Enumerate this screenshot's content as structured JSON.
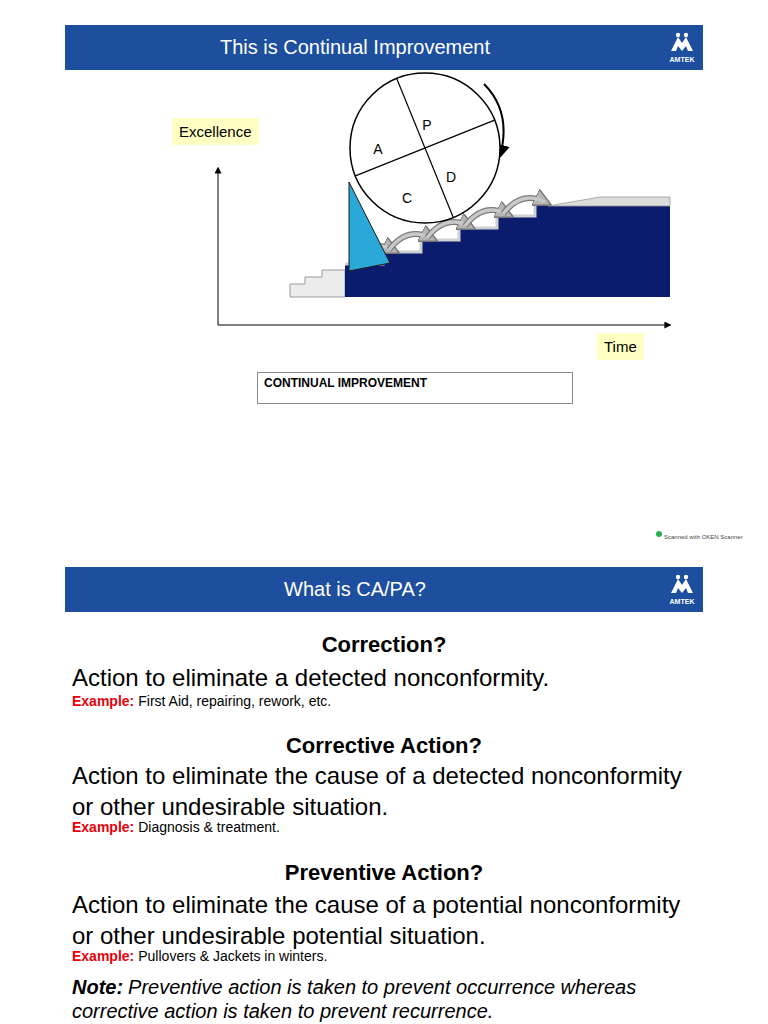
{
  "diagram": {
    "nodes": [
      {
        "text": [
          "This is Continual Improvement"
        ]
      },
      {
        "text": [
          "P",
          "A",
          "D",
          "C"
        ]
      },
      {
        "text": [
          "Excellence"
        ]
      },
      {
        "text": [
          "Time"
        ]
      },
      {
        "text": [
          "CONTINUAL IMPROVEMENT"
        ]
      },
      {
        "text": [
          "What is CA/PA?"
        ]
      }
    ],
    "labels": [
      "AMTEK",
      "Scanned with OKEN Scanner",
      "AMTEK",
      "Correction?",
      "Action to eliminate a detected nonconformity.",
      "Example:",
      "First Aid, repairing, rework, etc.",
      "Corrective Action?",
      "Action to eliminate the cause of a detected nonconformity or other undesirable situation.",
      "Example:",
      "Diagnosis & treatment.",
      "Preventive Action?",
      "Action to eliminate the cause of a potential nonconformity or other undesirable potential situation.",
      "Example:",
      "Pullovers & Jackets in winters.",
      "Note:",
      "Preventive action is taken to prevent occurrence whereas corrective action is taken to prevent recurrence."
    ]
  }
}
